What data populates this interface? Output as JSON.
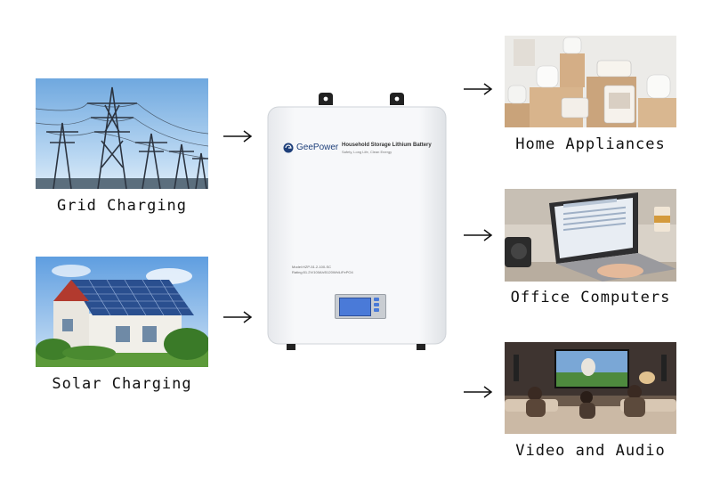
{
  "inputs": [
    {
      "label": "Grid Charging"
    },
    {
      "label": "Solar Charging"
    }
  ],
  "outputs": [
    {
      "label": "Home Appliances"
    },
    {
      "label": "Office Computers"
    },
    {
      "label": "Video and Audio"
    }
  ],
  "battery": {
    "brand": "GeePower",
    "product_title": "Household Storage Lithium Battery",
    "tagline": "Safety, Long Life, Clean Energy",
    "model_line": "Model:HZP-51.2-100-SC",
    "rating_line": "Rating:51.2V/100Ah/5120Wh/LiFePO4",
    "color": "#f4f5f7",
    "screen_color": "#4a7ad8"
  }
}
